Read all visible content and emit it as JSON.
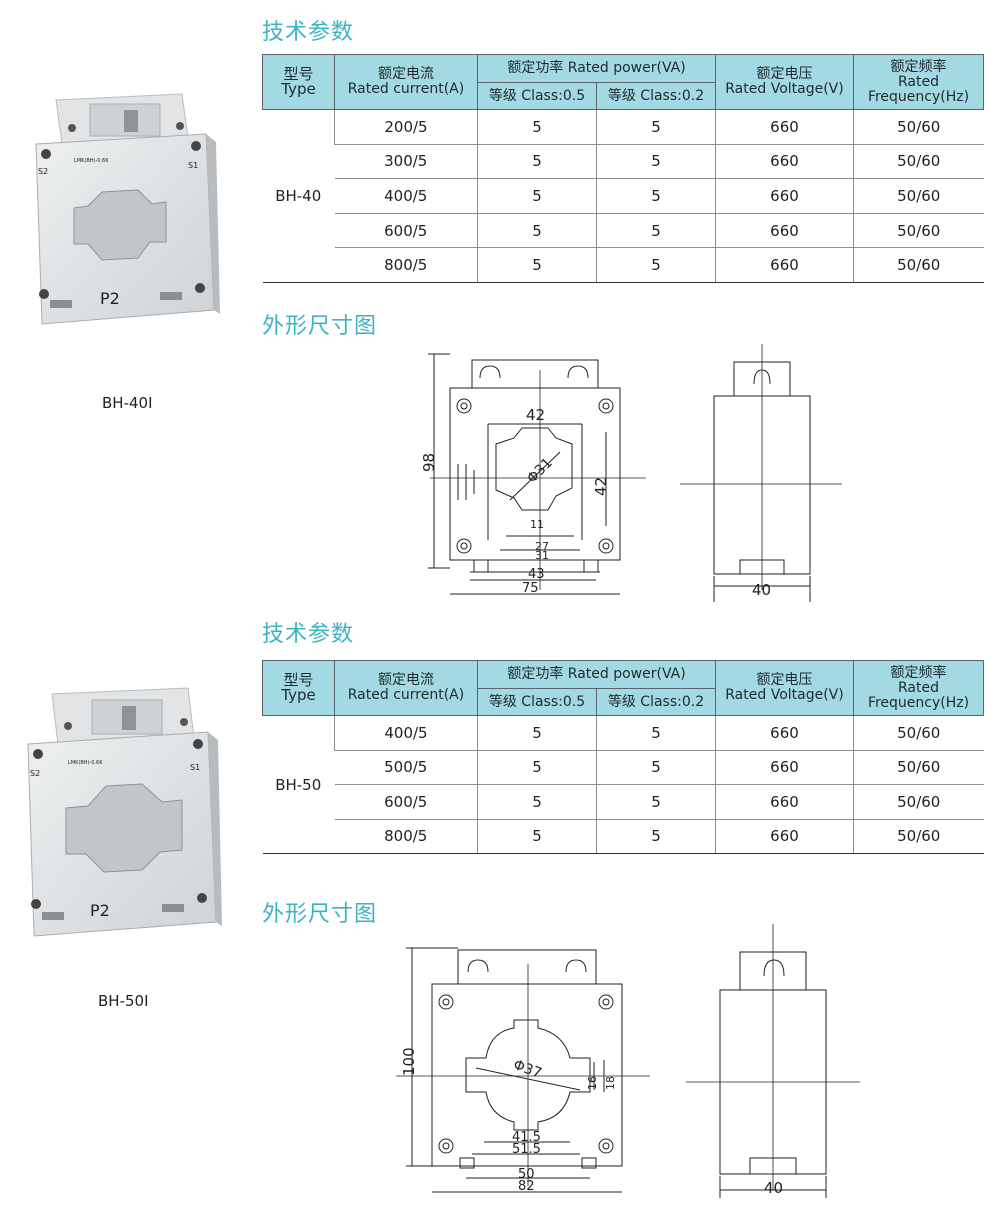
{
  "section1": {
    "title": "技术参数",
    "header": {
      "type_cn": "型号",
      "type_en": "Type",
      "current_cn": "额定电流",
      "current_en": "Rated current(A)",
      "power": "额定功率 Rated power(VA)",
      "class05": "等级 Class:0.5",
      "class02": "等级 Class:0.2",
      "voltage_cn": "额定电压",
      "voltage_en": "Rated Voltage(V)",
      "freq_cn": "额定频率",
      "freq_en1": "Rated",
      "freq_en2": "Frequency(Hz)"
    },
    "model": "BH-40",
    "rows": [
      {
        "current": "200/5",
        "c05": "5",
        "c02": "5",
        "voltage": "660",
        "freq": "50/60"
      },
      {
        "current": "300/5",
        "c05": "5",
        "c02": "5",
        "voltage": "660",
        "freq": "50/60"
      },
      {
        "current": "400/5",
        "c05": "5",
        "c02": "5",
        "voltage": "660",
        "freq": "50/60"
      },
      {
        "current": "600/5",
        "c05": "5",
        "c02": "5",
        "voltage": "660",
        "freq": "50/60"
      },
      {
        "current": "800/5",
        "c05": "5",
        "c02": "5",
        "voltage": "660",
        "freq": "50/60"
      }
    ],
    "outline_title": "外形尺寸图",
    "product_caption": "BH-40I",
    "dims": {
      "height": "98",
      "width_inner": "42",
      "height_inner": "42",
      "diameter": "Φ31",
      "d11": "11",
      "d27": "27",
      "d31": "31",
      "d43": "43",
      "d75": "75",
      "depth": "40"
    }
  },
  "section2": {
    "title": "技术参数",
    "header": {
      "type_cn": "型号",
      "type_en": "Type",
      "current_cn": "额定电流",
      "current_en": "Rated current(A)",
      "power": "额定功率 Rated power(VA)",
      "class05": "等级 Class:0.5",
      "class02": "等级 Class:0.2",
      "voltage_cn": "额定电压",
      "voltage_en": "Rated Voltage(V)",
      "freq_cn": "额定频率",
      "freq_en1": "Rated",
      "freq_en2": "Frequency(Hz)"
    },
    "model": "BH-50",
    "rows": [
      {
        "current": "400/5",
        "c05": "5",
        "c02": "5",
        "voltage": "660",
        "freq": "50/60"
      },
      {
        "current": "500/5",
        "c05": "5",
        "c02": "5",
        "voltage": "660",
        "freq": "50/60"
      },
      {
        "current": "600/5",
        "c05": "5",
        "c02": "5",
        "voltage": "660",
        "freq": "50/60"
      },
      {
        "current": "800/5",
        "c05": "5",
        "c02": "5",
        "voltage": "660",
        "freq": "50/60"
      }
    ],
    "outline_title": "外形尺寸图",
    "product_caption": "BH-50I",
    "dims": {
      "height": "100",
      "diameter": "Φ37",
      "d16": "16",
      "d18": "18",
      "d415": "41.5",
      "d515": "51.5",
      "d50": "50",
      "d82": "82",
      "depth": "40"
    }
  },
  "label_marks": {
    "p2": "P2",
    "s1": "S1",
    "s2": "S2"
  },
  "colors": {
    "accent": "#3bb4c2",
    "header_bg": "#a3d9e2",
    "housing": "#e4e6e8"
  }
}
